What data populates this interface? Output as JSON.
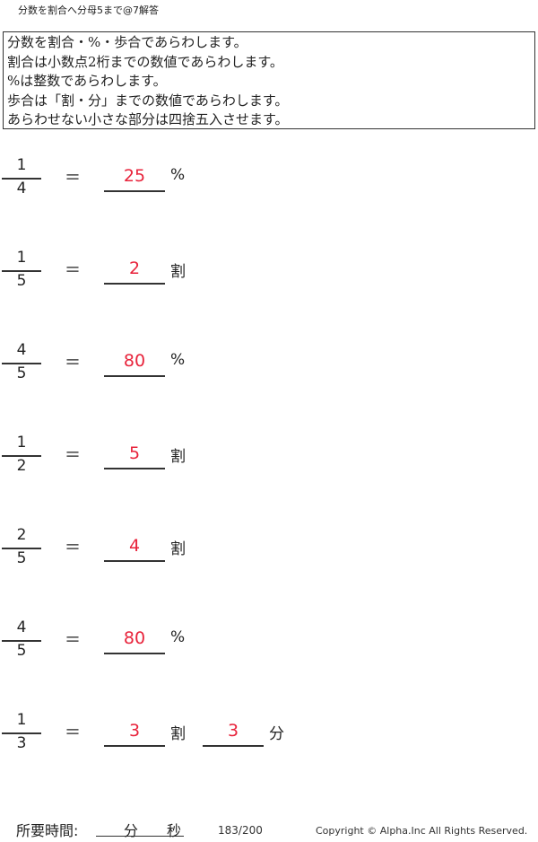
{
  "title": "分数を割合へ分母5まで@7解答",
  "instructions": [
    "分数を割合・%・歩合であらわします。",
    "割合は小数点2桁までの数値であらわします。",
    "%は整数であらわします。",
    "歩合は「割・分」までの数値であらわします。",
    "あらわせない小さな部分は四捨五入させます。"
  ],
  "equals": "＝",
  "problems": [
    {
      "numerator": "1",
      "denominator": "4",
      "answer": "25",
      "unit": "%"
    },
    {
      "numerator": "1",
      "denominator": "5",
      "answer": "2",
      "unit": "割"
    },
    {
      "numerator": "4",
      "denominator": "5",
      "answer": "80",
      "unit": "%"
    },
    {
      "numerator": "1",
      "denominator": "2",
      "answer": "5",
      "unit": "割"
    },
    {
      "numerator": "2",
      "denominator": "5",
      "answer": "4",
      "unit": "割"
    },
    {
      "numerator": "4",
      "denominator": "5",
      "answer": "80",
      "unit": "%"
    },
    {
      "numerator": "1",
      "denominator": "3",
      "answer": "3",
      "unit": "割",
      "answer2": "3",
      "unit2": "分"
    }
  ],
  "footer": {
    "time_label": "所要時間:",
    "minutes": "分",
    "seconds": "秒",
    "page": "183/200",
    "copyright": "Copyright ©  Alpha.Inc All Rights Reserved."
  },
  "colors": {
    "answer": "#e8233b"
  }
}
